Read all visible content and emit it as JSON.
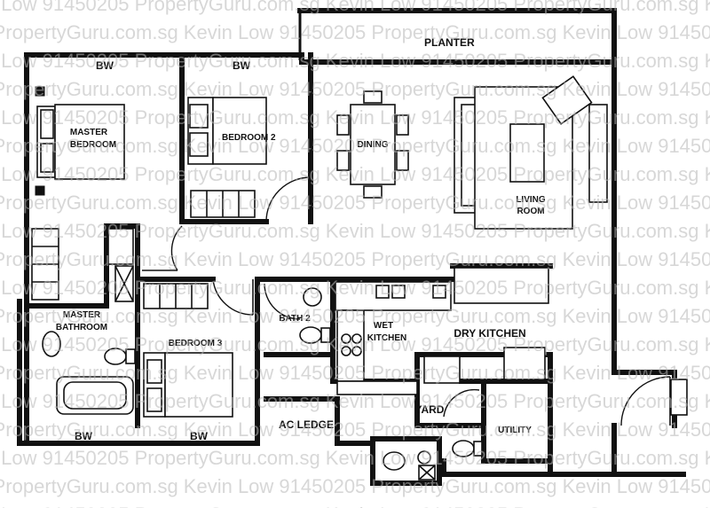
{
  "rooms": {
    "planter": "PLANTER",
    "master_bedroom_1": "MASTER",
    "master_bedroom_2": "BEDROOM",
    "bedroom_2": "BEDROOM 2",
    "dining": "DINING",
    "living_1": "LIVING",
    "living_2": "ROOM",
    "master_bath_1": "MASTER",
    "master_bath_2": "BATHROOM",
    "bedroom_3": "BEDROOM 3",
    "bath_2": "BATH 2",
    "wet_kitchen_1": "WET",
    "wet_kitchen_2": "KITCHEN",
    "dry_kitchen": "DRY KITCHEN",
    "yard": "YARD",
    "ac_ledge": "AC LEDGE",
    "utility": "UTILITY"
  },
  "bay_windows": {
    "master_top": "BW",
    "bedroom2_top": "BW",
    "master_bath_bottom": "BW",
    "bedroom3_bottom": "BW"
  },
  "watermark": "Kevin Low 91450205 PropertyGuru.com.sg"
}
